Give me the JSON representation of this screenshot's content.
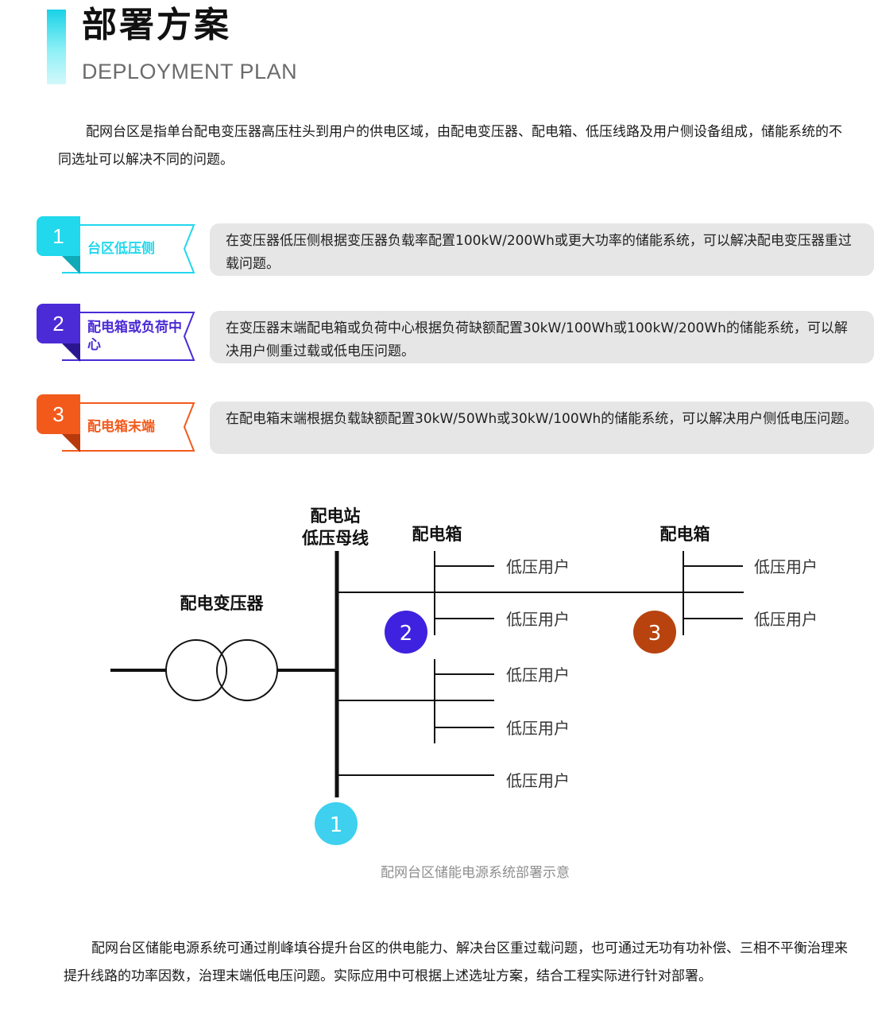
{
  "header": {
    "title": "部署方案",
    "subtitle": "DEPLOYMENT PLAN"
  },
  "intro": "配网台区是指单台配电变压器高压柱头到用户的供电区域，由配电变压器、配电箱、低压线路及用户侧设备组成，储能系统的不同选址可以解决不同的问题。",
  "options": [
    {
      "number": "1",
      "tag": "台区低压侧",
      "color": "#21d8ec",
      "description": "在变压器低压侧根据变压器负载率配置100kW/200Wh或更大功率的储能系统，可以解决配电变压器重过载问题。"
    },
    {
      "number": "2",
      "tag": "配电箱或负荷中心",
      "color": "#4b2bd6",
      "description": "在变压器末端配电箱或负荷中心根据负荷缺额配置30kW/100Wh或100kW/200Wh的储能系统，可以解决用户侧重过载或低电压问题。"
    },
    {
      "number": "3",
      "tag": "配电箱末端",
      "color": "#f25a1c",
      "description": "在配电箱末端根据负载缺额配置30kW/50Wh或30kW/100Wh的储能系统，可以解决用户侧低电压问题。"
    }
  ],
  "diagram": {
    "transformer_label": "配电变压器",
    "bus_label_line1": "配电站",
    "bus_label_line2": "低压母线",
    "box1_label": "配电箱",
    "box2_label": "配电箱",
    "user_label": "低压用户",
    "marker1": "1",
    "marker2": "2",
    "marker3": "3",
    "marker_colors": {
      "1": "#3fd0ef",
      "2": "#3e22e0",
      "3": "#b8430f"
    },
    "caption": "配网台区储能电源系统部署示意"
  },
  "closing": "配网台区储能电源系统可通过削峰填谷提升台区的供电能力、解决台区重过载问题，也可通过无功有功补偿、三相不平衡治理来提升线路的功率因数，治理末端低电压问题。实际应用中可根据上述选址方案，结合工程实际进行针对部署。"
}
